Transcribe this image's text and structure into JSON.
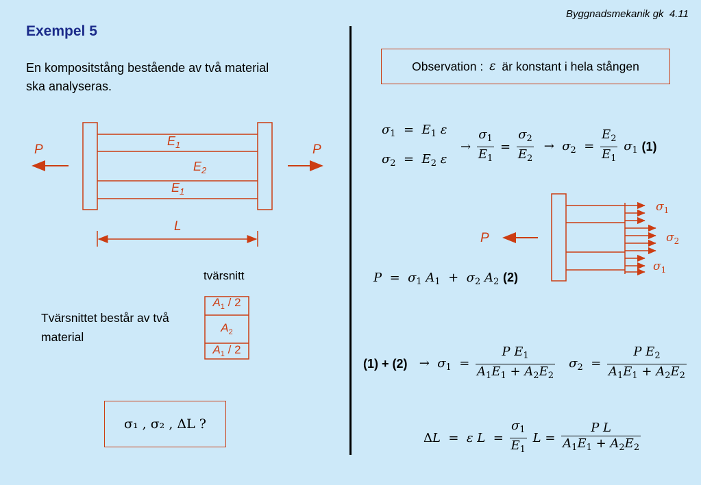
{
  "header": {
    "course": "Byggnadsmekanik gk",
    "page": "4.11"
  },
  "title": "Exempel 5",
  "intro": "En kompositstång bestående av två material ska analyseras.",
  "figure": {
    "force_left": "P",
    "force_right": "P",
    "e1_top": "E",
    "e1_top_sub": "1",
    "e2": "E",
    "e2_sub": "2",
    "e1_bot": "E",
    "e1_bot_sub": "1",
    "length": "L"
  },
  "cross_section": {
    "label": "tvärsnitt",
    "top": {
      "sym": "A",
      "sub": "1",
      "rest": " / 2"
    },
    "middle": {
      "sym": "A",
      "sub": "2"
    },
    "bottom": {
      "sym": "A",
      "sub": "1",
      "rest": " / 2"
    },
    "description": "Tvärsnittet består av två material"
  },
  "question": {
    "text": "σ₁ , σ₂ , ΔL ?"
  },
  "observation": {
    "prefix": "Observation : ",
    "symbol": "ε",
    "suffix": " är konstant i hela stången"
  },
  "equations": {
    "label1": "(1)",
    "label2": "(2)",
    "combined": "(1) + (2)"
  },
  "stress_figure": {
    "force": "P",
    "s1_top": "σ",
    "s1_top_sub": "1",
    "s2": "σ",
    "s2_sub": "2",
    "s1_bot": "σ",
    "s1_bot_sub": "1"
  },
  "colors": {
    "accent": "#cc3d13",
    "title": "#1b2b8a",
    "background": "#cde9f9"
  }
}
